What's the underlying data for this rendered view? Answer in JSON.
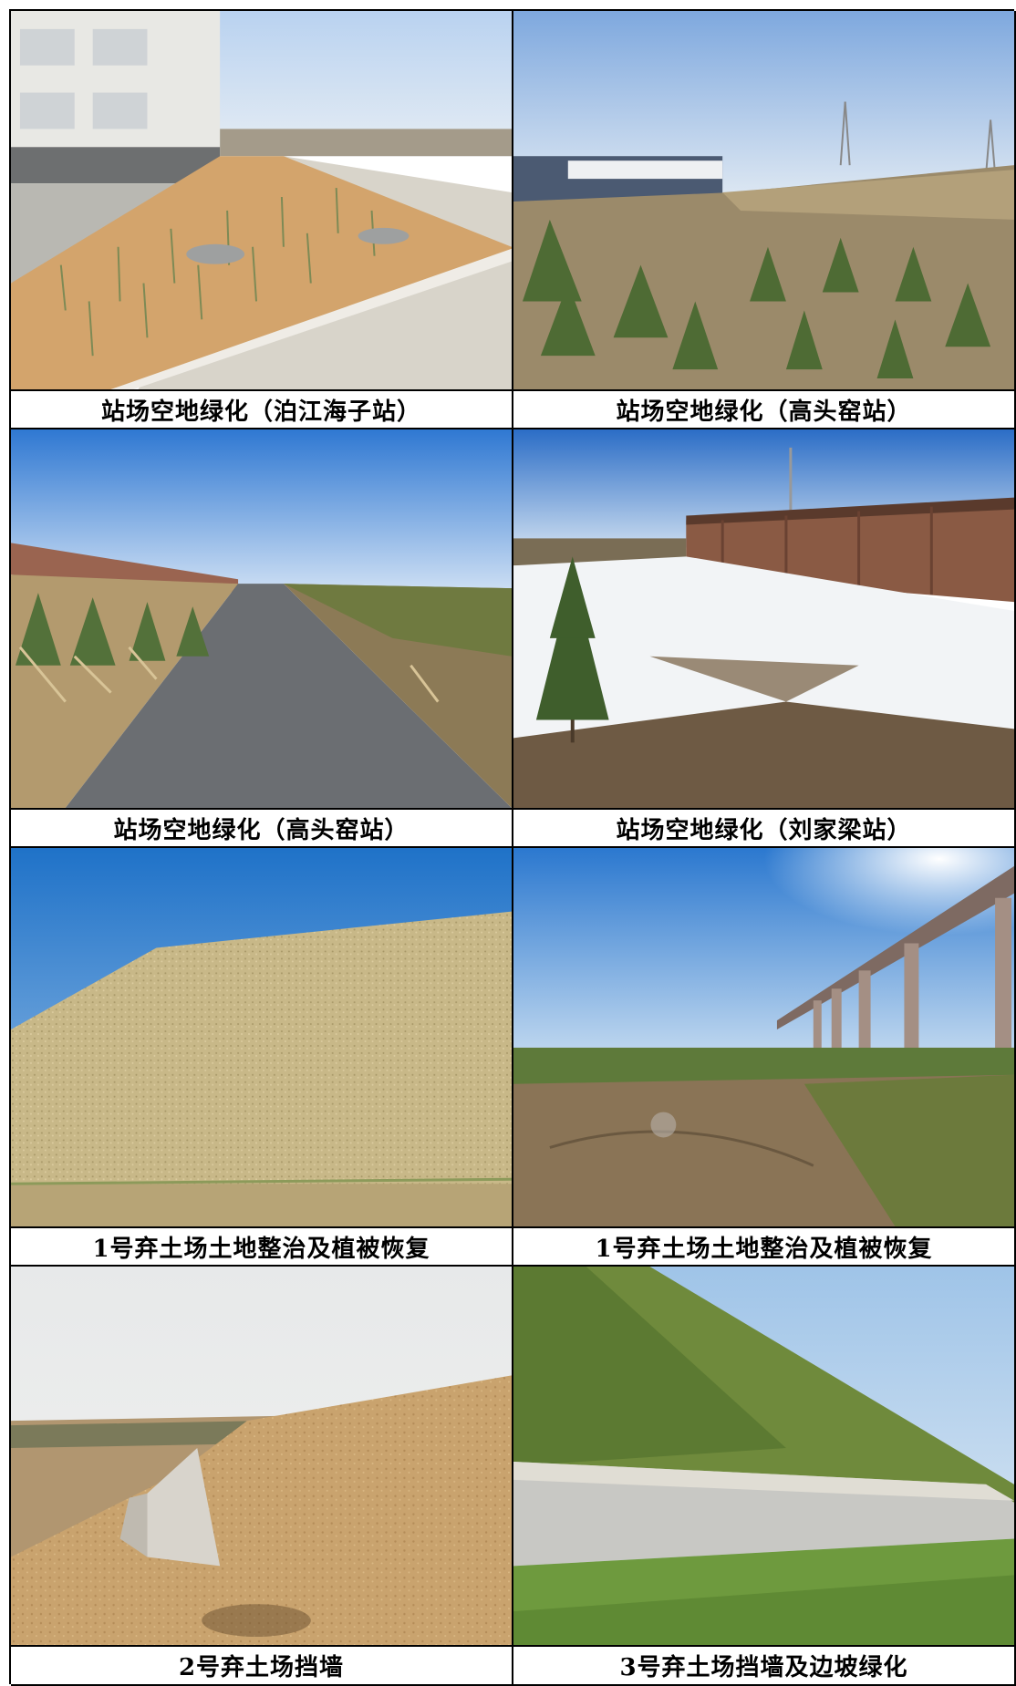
{
  "photos": [
    {
      "caption": "站场空地绿化（泊江海子站）"
    },
    {
      "caption": "站场空地绿化（高头窑站）"
    },
    {
      "caption": "站场空地绿化（高头窑站）"
    },
    {
      "caption": "站场空地绿化（刘家梁站）"
    },
    {
      "caption": "1号弃土场土地整治及植被恢复"
    },
    {
      "caption": "1号弃土场土地整治及植被恢复"
    },
    {
      "caption": "2号弃土场挡墙"
    },
    {
      "caption": "3号弃土场挡墙及边坡绿化"
    }
  ],
  "colors": {
    "sky": "#8fb6e6",
    "sky_pale": "#dfe6ee",
    "sand": "#c9a36e",
    "grass": "#6f8a3c",
    "snow": "#f2f4f6",
    "brick": "#8a5a44",
    "concrete": "#c8c8c4",
    "road": "#6b6e72"
  }
}
